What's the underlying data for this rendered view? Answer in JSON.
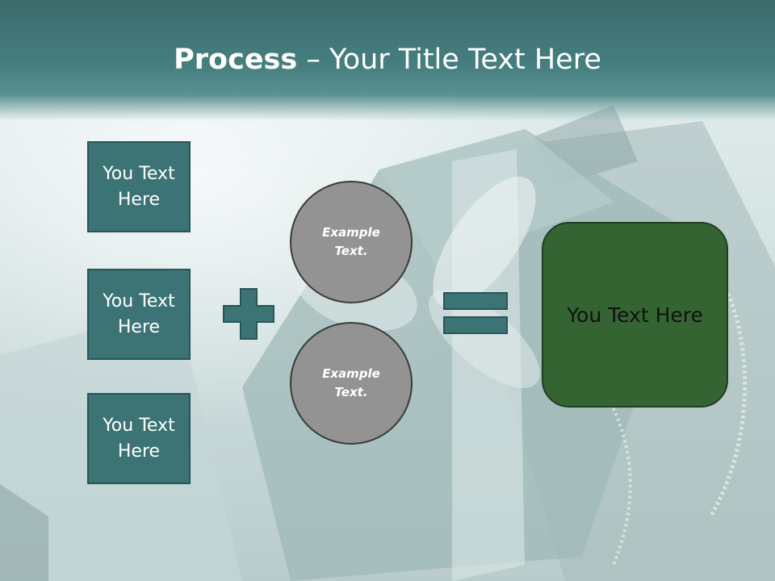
{
  "title": {
    "bold": "Process",
    "rest": " – Your Title Text Here"
  },
  "boxes": [
    {
      "line1": "You Text",
      "line2": "Here"
    },
    {
      "line1": "You Text",
      "line2": "Here"
    },
    {
      "line1": "You Text",
      "line2": "Here"
    }
  ],
  "circles": [
    {
      "line1": "Example",
      "line2": "Text."
    },
    {
      "line1": "Example",
      "line2": "Text."
    }
  ],
  "operators": {
    "plus": "plus-icon",
    "equals": "equals-icon"
  },
  "result": {
    "label": "You Text Here"
  },
  "colors": {
    "title_bar": "#467f80",
    "box_fill": "#3c7374",
    "circle_fill": "#939393",
    "result_fill": "#356433"
  }
}
